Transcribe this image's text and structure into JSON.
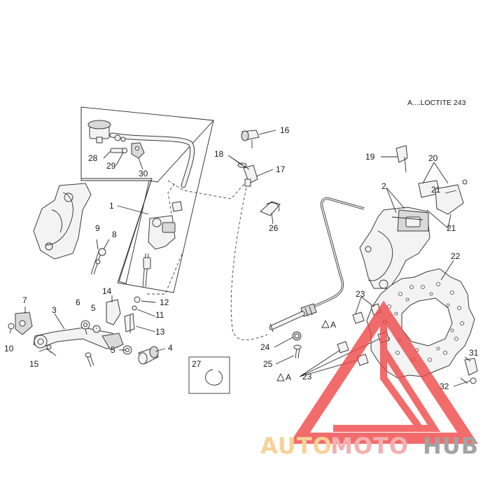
{
  "note": "A....LOCTITE 243",
  "legend_letter": "A",
  "watermark": {
    "auto": "AUTO",
    "moto": "MOTO",
    "hub": "HUB",
    "colors": {
      "auto": "#f6c67a",
      "moto": "#f09a9a",
      "hub": "#8a8a8a",
      "triangle": "#ef4444"
    }
  },
  "callouts": [
    "1",
    "2",
    "3",
    "4",
    "5",
    "5",
    "6",
    "7",
    "8",
    "9",
    "10",
    "11",
    "12",
    "13",
    "14",
    "15",
    "16",
    "17",
    "18",
    "19",
    "20",
    "21",
    "21",
    "22",
    "23",
    "23",
    "24",
    "25",
    "26",
    "27",
    "28",
    "29",
    "30",
    "31",
    "32"
  ]
}
